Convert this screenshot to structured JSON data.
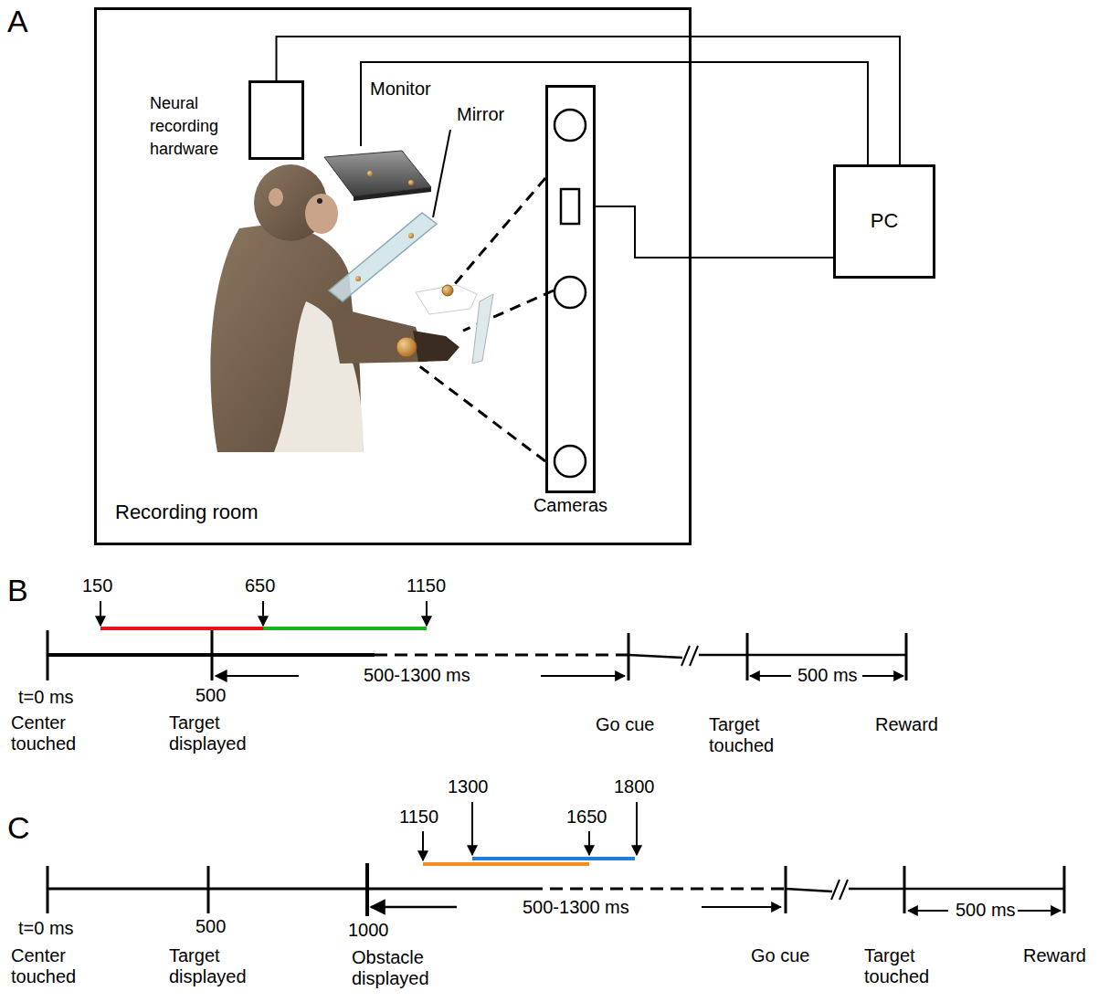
{
  "diagram": {
    "nodes": [
      {
        "text": [
          "Recording room"
        ]
      },
      {
        "text": [
          "Neural recording hardware"
        ],
        "in": 0
      },
      {
        "text": [
          "Cameras"
        ],
        "in": 0
      },
      {
        "text": [
          "PC"
        ]
      }
    ],
    "edges": [
      {
        "from": 1,
        "to": 3,
        "arrow": "none"
      },
      {
        "from": 2,
        "to": 3,
        "arrow": "none"
      }
    ],
    "labels": [
      "A",
      "Monitor",
      "Mirror",
      "B",
      "150",
      "650",
      "1150",
      "t=0 ms",
      "Center touched",
      "500",
      "Target displayed",
      "500-1300 ms",
      "Go cue",
      "Target touched",
      "500 ms",
      "Reward",
      "C",
      "1300",
      "1800",
      "1150",
      "1650",
      "t=0 ms",
      "Center touched",
      "500",
      "Target displayed",
      "1000",
      "Obstacle displayed",
      "500-1300 ms",
      "Go cue",
      "Target touched",
      "500 ms",
      "Reward"
    ]
  }
}
